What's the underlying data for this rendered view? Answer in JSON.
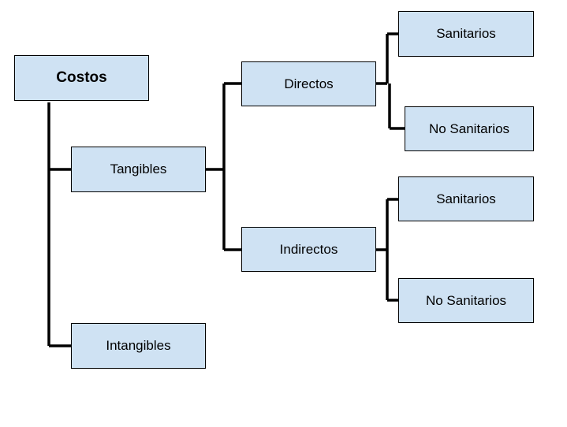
{
  "colors": {
    "box_fill": "#cfe2f3",
    "box_border": "#000000",
    "connector": "#000000",
    "background": "#ffffff"
  },
  "nodes": {
    "root": "Costos",
    "tangibles": "Tangibles",
    "intangibles": "Intangibles",
    "directos": "Directos",
    "indirectos": "Indirectos",
    "directos_sanitarios": "Sanitarios",
    "directos_no_sanitarios": "No Sanitarios",
    "indirectos_sanitarios": "Sanitarios",
    "indirectos_no_sanitarios": "No Sanitarios"
  }
}
